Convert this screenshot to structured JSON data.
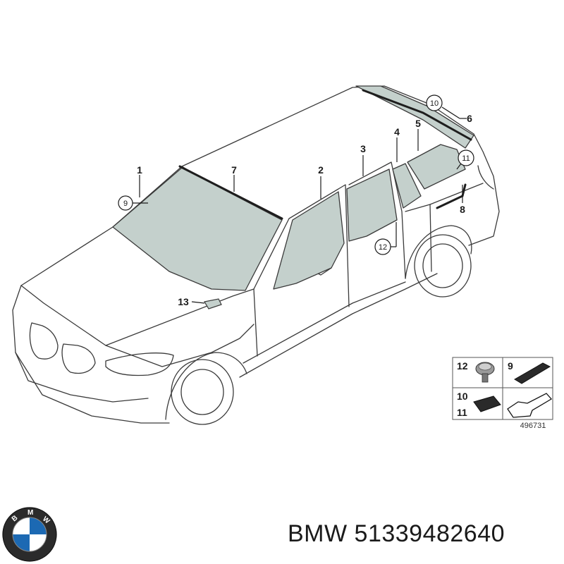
{
  "diagram": {
    "callouts": [
      "1",
      "2",
      "3",
      "4",
      "5",
      "6",
      "7",
      "8",
      "13"
    ],
    "circled_callouts": [
      "9",
      "10",
      "11",
      "12"
    ],
    "parts_table": {
      "cells": [
        "12",
        "9",
        "10",
        "11"
      ]
    },
    "reference_number": "496731",
    "glass_color": "#c4d0cc"
  },
  "brand": {
    "logo_letters": "BMW",
    "text": "BMW 51339482640"
  }
}
